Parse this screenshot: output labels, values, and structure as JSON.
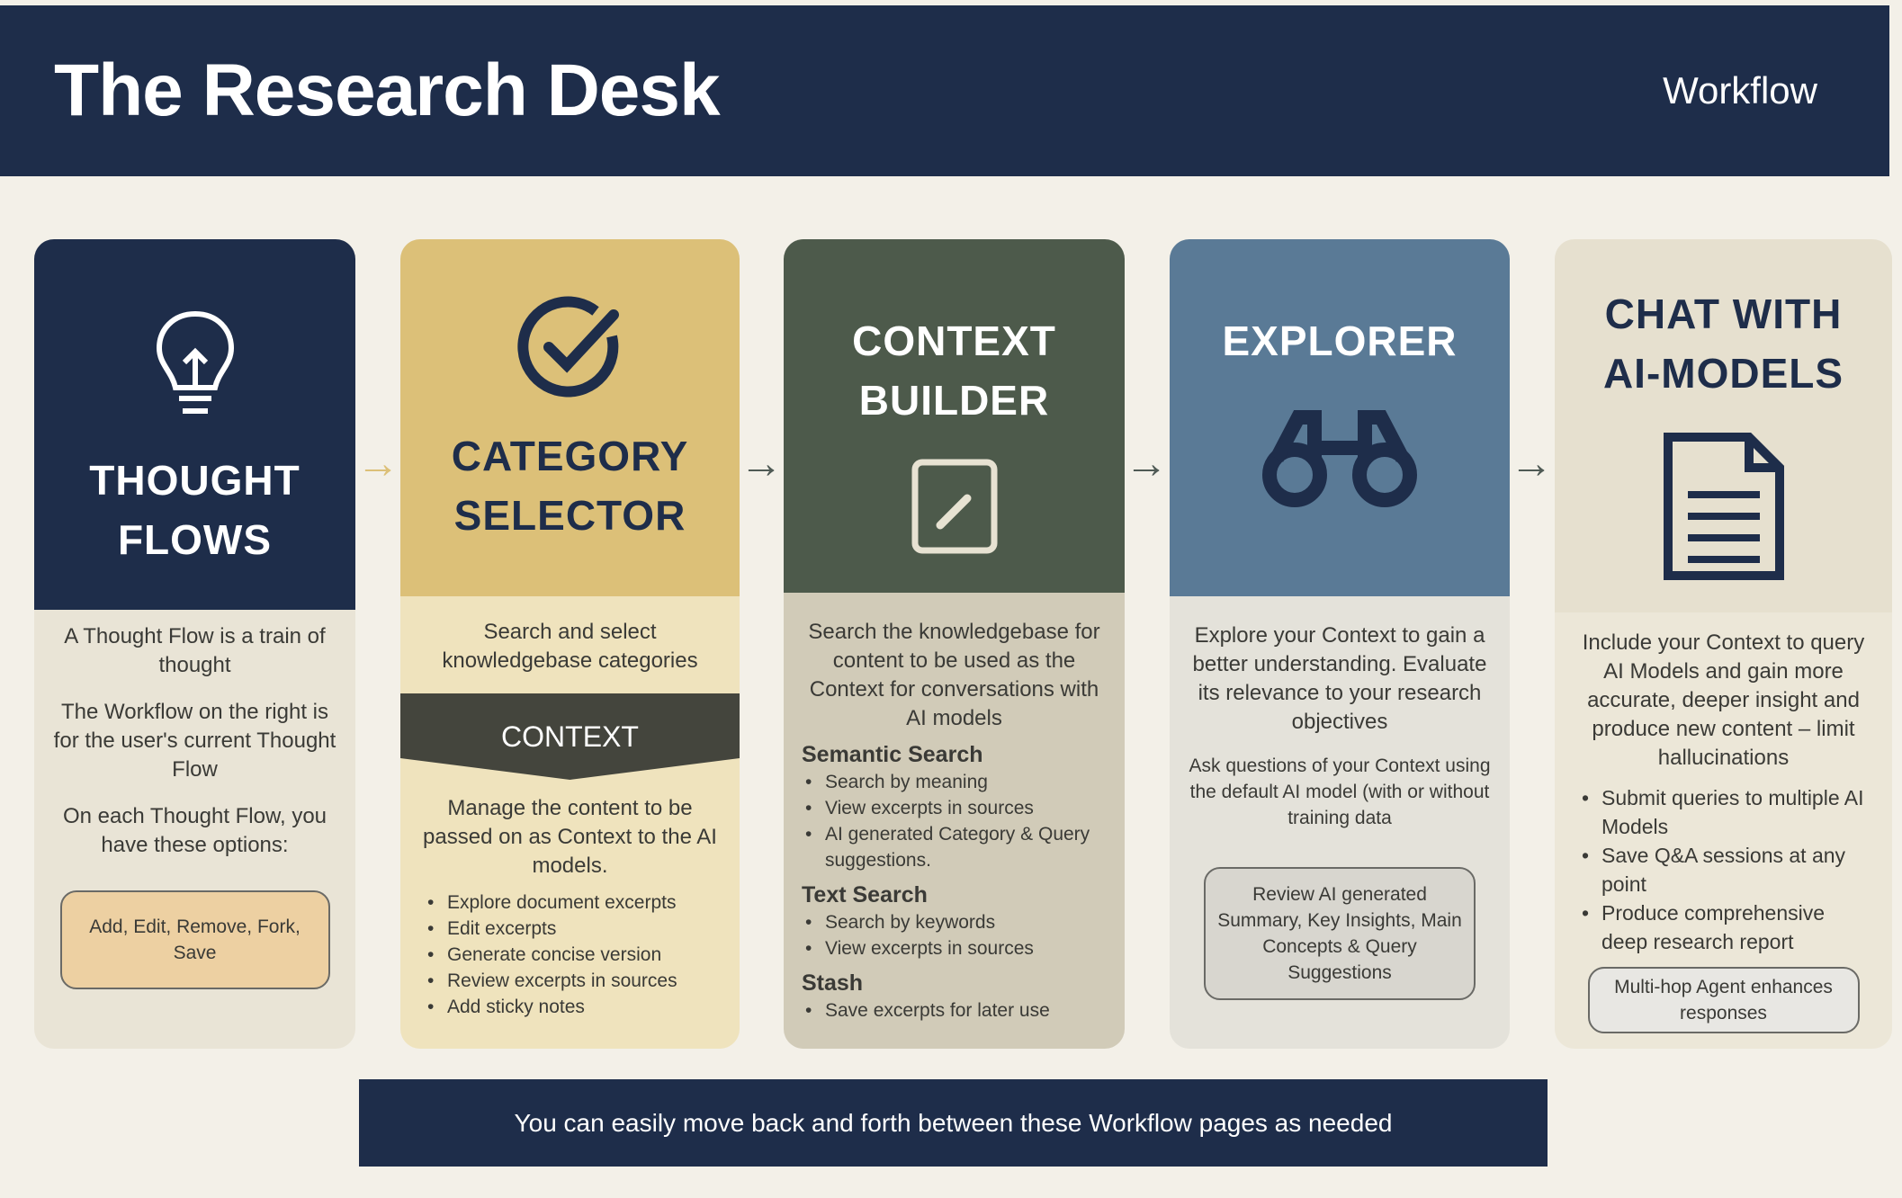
{
  "header": {
    "title": "The Research Desk",
    "nav_label": "Workflow"
  },
  "colors": {
    "navy": "#1e2d4a",
    "gold": "#dcc078",
    "green": "#4d5a4b",
    "blue": "#5a7a96",
    "beige": "#e6e0cf"
  },
  "cards": [
    {
      "title_lines": [
        "THOUGHT",
        "FLOWS"
      ],
      "icon": "lightbulb-icon",
      "paragraphs": [
        "A Thought Flow is a train of thought",
        "The Workflow on the right is for the user's current Thought Flow",
        "On each Thought Flow, you have these options:"
      ],
      "box": "Add, Edit, Remove, Fork, Save"
    },
    {
      "title_lines": [
        "CATEGORY",
        "SELECTOR"
      ],
      "icon": "check-circle-icon",
      "intro": "Search and select knowledgebase categories",
      "banner": "CONTEXT",
      "paragraph": "Manage the content to be passed on as Context to the AI models.",
      "bullets": [
        "Explore document excerpts",
        "Edit excerpts",
        "Generate concise version",
        "Review excerpts in sources",
        "Add sticky notes"
      ]
    },
    {
      "title_lines": [
        "CONTEXT",
        "BUILDER"
      ],
      "icon": "edit-square-icon",
      "intro": "Search the knowledgebase for content to be used as the Context for conversations with AI models",
      "sections": [
        {
          "heading": "Semantic Search",
          "bullets": [
            "Search by meaning",
            "View excerpts in sources",
            "AI generated Category & Query suggestions."
          ]
        },
        {
          "heading": "Text Search",
          "bullets": [
            "Search by keywords",
            "View excerpts in sources"
          ]
        },
        {
          "heading": "Stash",
          "bullets": [
            "Save excerpts for later use"
          ]
        }
      ]
    },
    {
      "title_lines": [
        "EXPLORER"
      ],
      "icon": "binoculars-icon",
      "paragraphs": [
        "Explore your Context to gain a better understanding. Evaluate its relevance to your research objectives",
        "Ask questions of your Context using the default AI model (with or without training data"
      ],
      "box": "Review AI generated Summary, Key Insights, Main Concepts & Query Suggestions"
    },
    {
      "title_lines": [
        "CHAT WITH",
        "AI-MODELS"
      ],
      "icon": "document-icon",
      "intro": "Include your Context to query AI Models and gain more accurate, deeper insight and produce new content – limit hallucinations",
      "bullets": [
        "Submit queries to multiple AI Models",
        "Save Q&A sessions at any point",
        "Produce comprehensive deep research report"
      ],
      "box": "Multi-hop Agent enhances responses"
    }
  ],
  "footer": "You can easily move back and forth between these Workflow pages as needed"
}
